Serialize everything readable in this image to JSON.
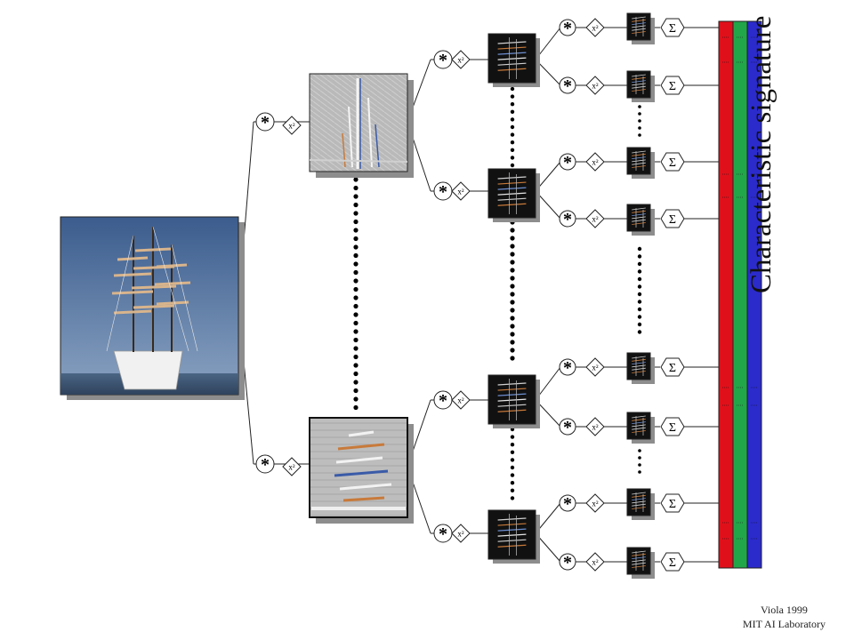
{
  "signature_label": "Characteristic signature",
  "credit": {
    "author": "Viola 1999",
    "lab": "MIT AI Laboratory"
  },
  "symbols": {
    "convolve": "*",
    "square": "x²",
    "sum": "Σ"
  },
  "images": {
    "input": {
      "subject": "sailing ship photograph",
      "sky": "#4f6f9a",
      "sea": "#3c5575"
    },
    "level1": [
      {
        "filter": "vertical edge response"
      },
      {
        "filter": "horizontal edge response"
      }
    ],
    "level2_tiles": 4,
    "level3_tiles": 8
  },
  "signature_bands": [
    {
      "name": "red",
      "color": "#e0101a"
    },
    {
      "name": "green",
      "color": "#22a64a"
    },
    {
      "name": "blue",
      "color": "#2b2bcc"
    }
  ]
}
